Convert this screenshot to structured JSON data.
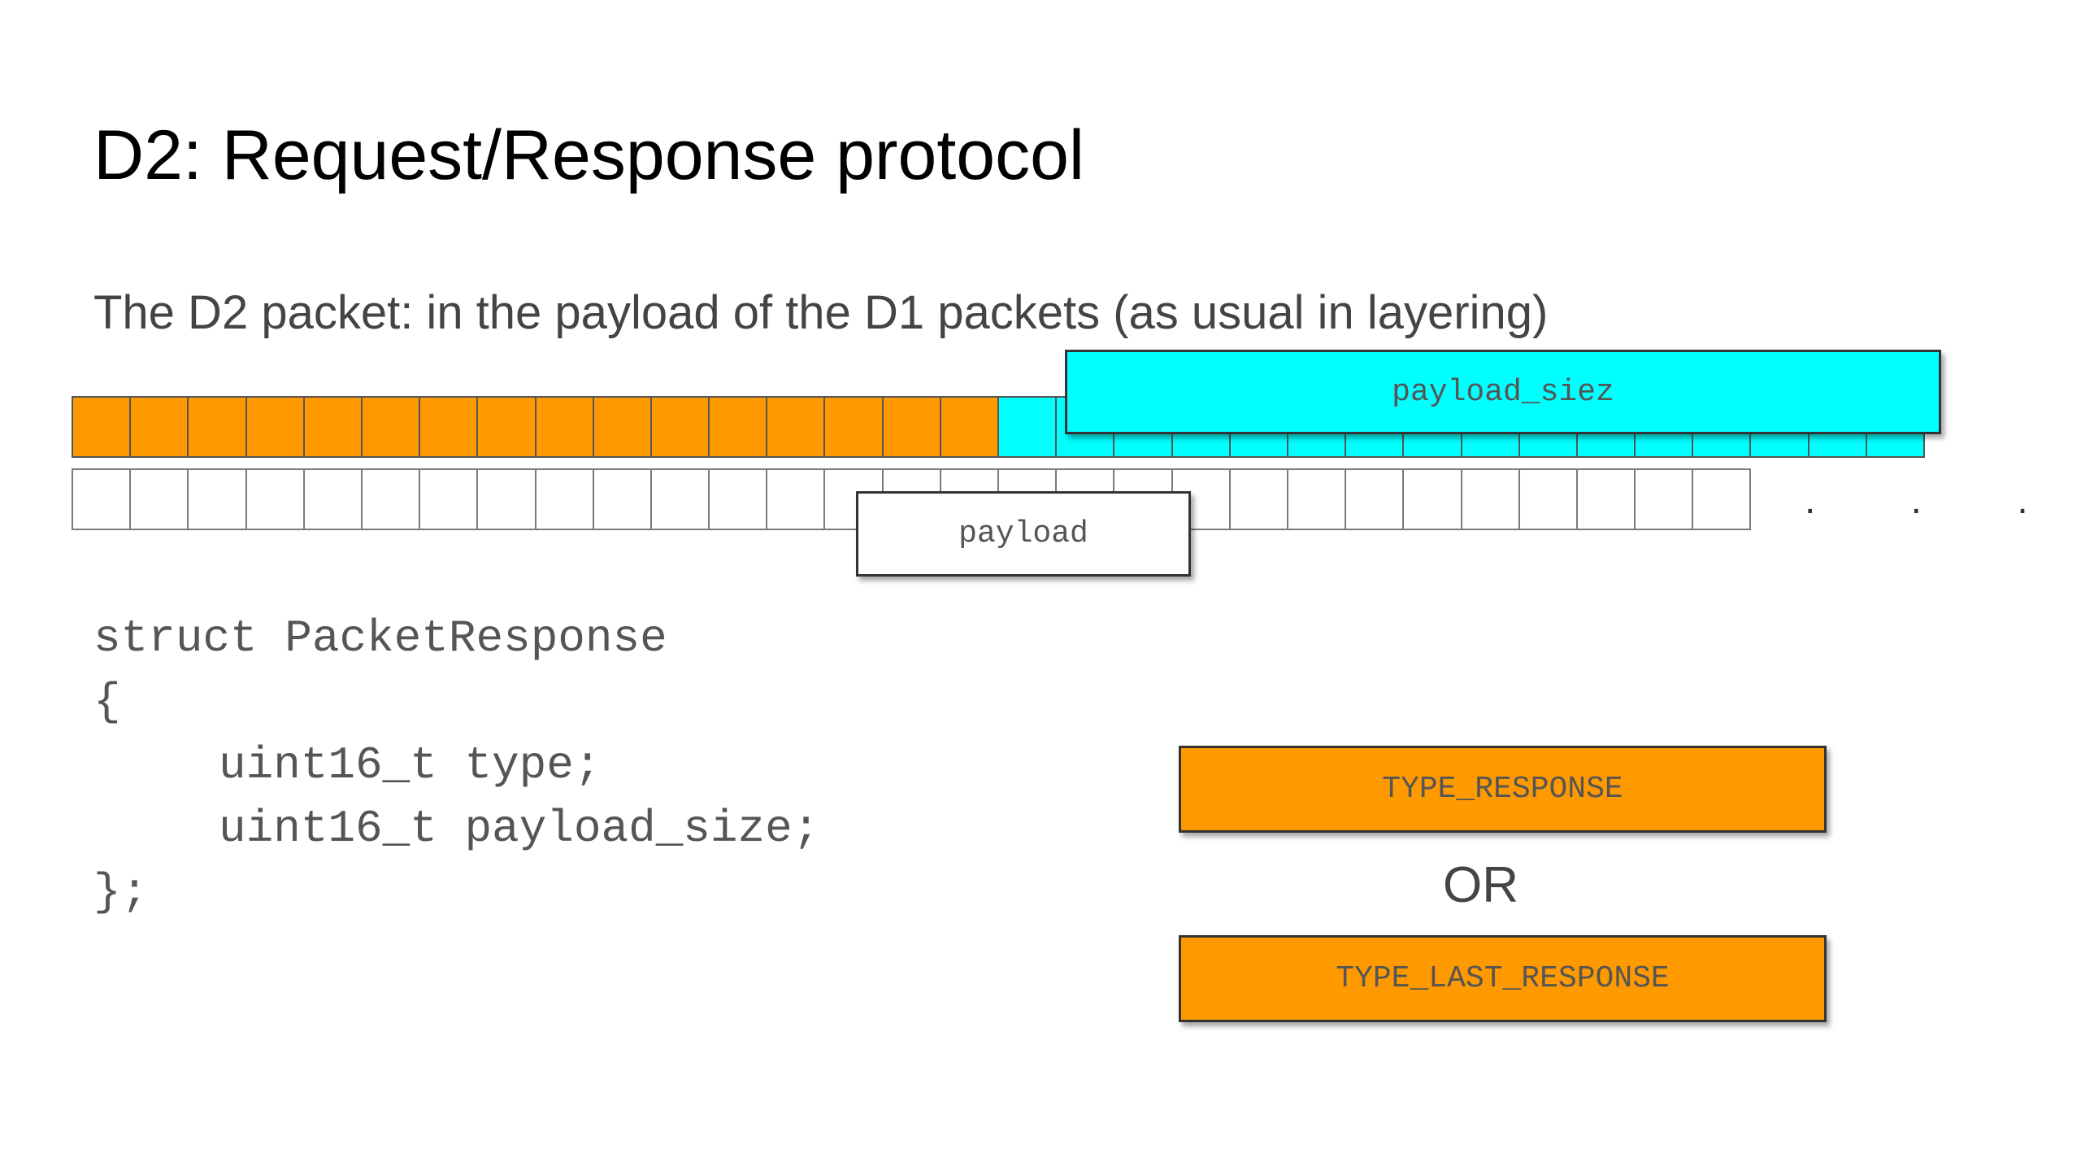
{
  "slide": {
    "title": "D2: Request/Response protocol",
    "subtitle": "The D2 packet: in the payload of the D1 packets (as usual in layering)",
    "ellipsis": ". . ."
  },
  "packet_diagram": {
    "top_row": {
      "orange_cells": 16,
      "cyan_cells": 16
    },
    "bottom_row": {
      "white_cells": 29
    },
    "labels": {
      "payload_size_box": "payload_siez",
      "payload_box": "payload"
    }
  },
  "code": {
    "line1": "struct PacketResponse",
    "line2": "{",
    "line3": "uint16_t type;",
    "line4": "uint16_t payload_size;",
    "line5": "};"
  },
  "type_options": {
    "option1": "TYPE_RESPONSE",
    "separator": "OR",
    "option2": "TYPE_LAST_RESPONSE"
  },
  "colors": {
    "orange": "#ff9900",
    "cyan": "#00ffff",
    "border": "#555555"
  }
}
